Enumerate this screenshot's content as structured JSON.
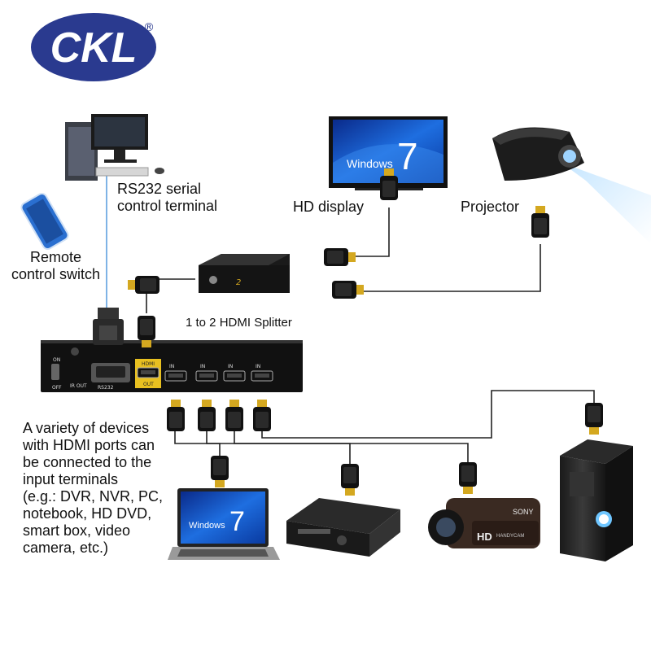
{
  "logo": {
    "text": "CKL",
    "registered": "®",
    "color": "#2a3a8f"
  },
  "labels": {
    "rs232": "RS232 serial\ncontrol terminal",
    "hd_display": "HD display",
    "projector": "Projector",
    "remote": "Remote\ncontrol switch",
    "splitter": "1 to 2 HDMI Splitter",
    "devices_note": "A variety of devices\nwith HDMI ports can\nbe connected to the\ninput terminals\n(e.g.: DVR, NVR, PC,\nnotebook, HD DVD,\nsmart box, video\ncamera, etc.)"
  },
  "screens": {
    "tv_text": "Windows",
    "tv_number": "7",
    "laptop_text": "Windows",
    "laptop_number": "7"
  },
  "switch_panel": {
    "on": "ON",
    "off": "OFF",
    "rs232": "RS232",
    "ir_out": "IR OUT",
    "hdmi_out_top": "HDMI",
    "hdmi_out_bottom": "OUT",
    "inputs": [
      "IN",
      "IN",
      "IN",
      "IN"
    ]
  },
  "camera": {
    "brand": "SONY",
    "hd": "HD",
    "model": "HANDYCAM"
  },
  "colors": {
    "accent": "#2a3a8f",
    "wire": "#222222",
    "gold": "#d4a820",
    "hdmi_yellow": "#e8c020"
  }
}
